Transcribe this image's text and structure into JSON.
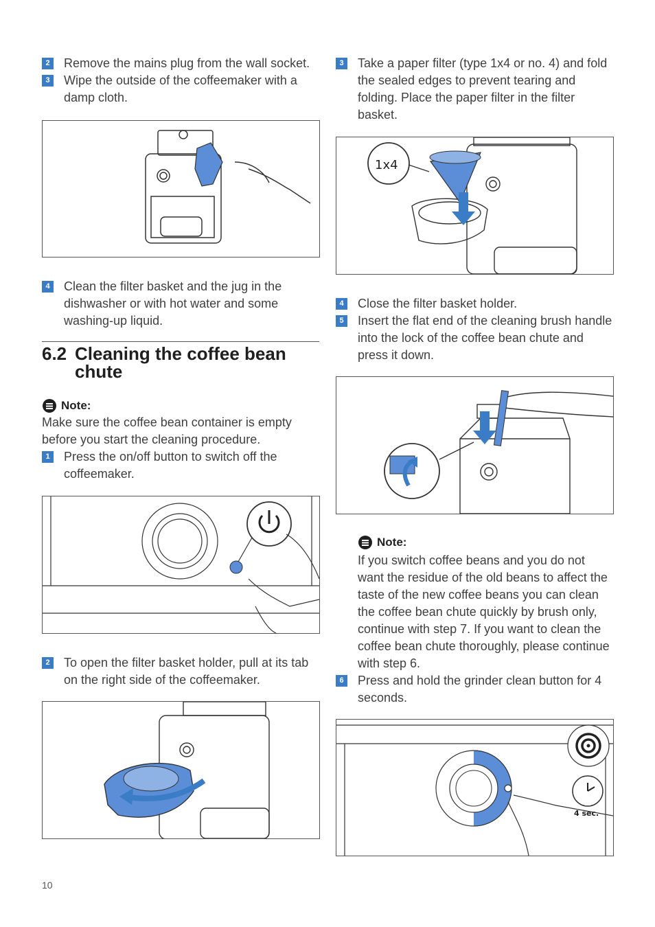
{
  "page_number": "10",
  "left": {
    "steps_top": [
      {
        "num": "2",
        "text": "Remove the mains plug from the wall socket."
      },
      {
        "num": "3",
        "text": "Wipe the outside of the coffeemaker with a damp cloth."
      }
    ],
    "step_4": {
      "num": "4",
      "text": "Clean the filter basket and the jug in the dishwasher or with hot water and some washing-up liquid."
    },
    "section": {
      "number": "6.2",
      "title": "Cleaning the coffee bean chute"
    },
    "note": {
      "label": "Note:",
      "text": "Make sure the coffee bean container is empty before you start the cleaning procedure."
    },
    "step_1": {
      "num": "1",
      "text": "Press the on/off button to switch off the coffeemaker."
    },
    "step_2b": {
      "num": "2",
      "text": "To open the filter basket holder, pull at its tab on the right side of the coffeemaker."
    }
  },
  "right": {
    "step_3": {
      "num": "3",
      "text": "Take a paper filter (type 1x4 or no. 4) and fold the sealed edges to prevent tearing and folding. Place the paper filter in the filter basket."
    },
    "filter_label": "1x4",
    "step_4": {
      "num": "4",
      "text": "Close the filter basket holder."
    },
    "step_5": {
      "num": "5",
      "text": "Insert the flat end of the cleaning brush handle into the lock of the coffee bean chute and press it down."
    },
    "note": {
      "label": "Note:",
      "text": "If you switch coffee beans and you do not want the residue of the old beans to affect the taste of the new coffee beans you can clean the coffee bean chute quickly by brush only, continue with step 7. If you want to clean the coffee bean chute thoroughly, please continue with step 6."
    },
    "step_6": {
      "num": "6",
      "text": "Press and hold the grinder clean button for 4 seconds."
    },
    "timer_label": "4 sec."
  },
  "colors": {
    "accent_blue": "#3b7cc7",
    "figure_blue": "#5b8ed6",
    "outline": "#333333"
  },
  "icons": [
    "note-icon",
    "power-icon",
    "grinder-clean-icon",
    "timer-icon",
    "arrow-down-icon",
    "curved-arrow-icon"
  ]
}
